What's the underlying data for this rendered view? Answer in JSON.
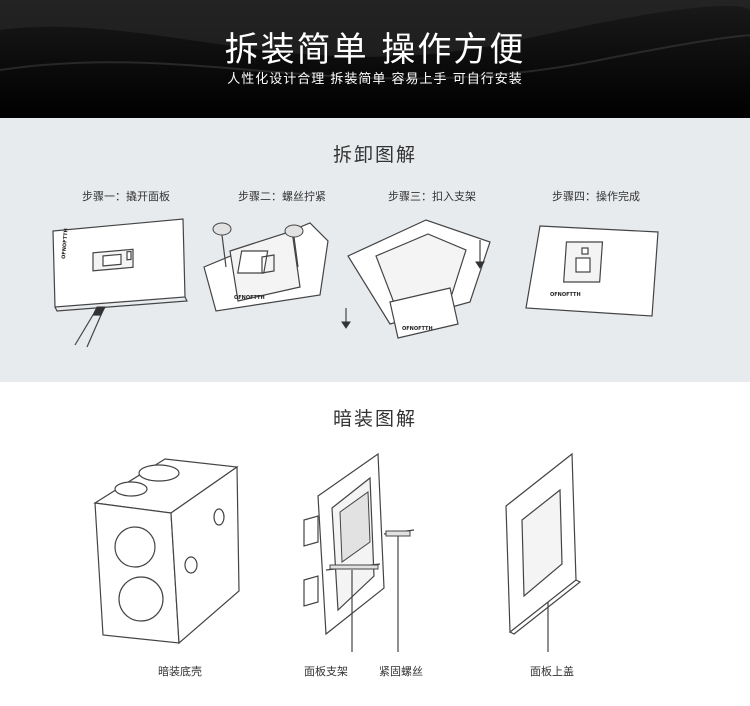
{
  "hero": {
    "title": "拆装简单 操作方便",
    "subtitle": "人性化设计合理 拆装简单 容易上手 可自行安装"
  },
  "disassembly": {
    "title": "拆卸图解",
    "steps": [
      {
        "label": "步骤一：撬开面板"
      },
      {
        "label": "步骤二：螺丝拧紧"
      },
      {
        "label": "步骤三：扣入支架"
      },
      {
        "label": "步骤四：操作完成"
      }
    ],
    "brand": "OFNOFTTH"
  },
  "installation": {
    "title": "暗装图解",
    "labels": {
      "box": "暗装底壳",
      "bracket": "面板支架",
      "screw": "紧固螺丝",
      "cover": "面板上盖"
    }
  },
  "colors": {
    "hero_bg": "#0a0a0a",
    "section_bg": "#e8ebee",
    "line": "#444444"
  }
}
